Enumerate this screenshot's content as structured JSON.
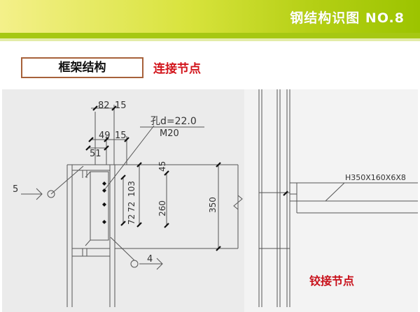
{
  "header": {
    "title": "钢结构识图 NO.8"
  },
  "labels": {
    "frame": "框架结构",
    "connection": "连接节点",
    "hinge": "铰接节点"
  },
  "drawing": {
    "dim_82": "82",
    "dim_15a": "15",
    "dim_49": "49",
    "dim_15b": "15",
    "dim_51": "51",
    "hole_note": "孔d=22.0",
    "bolt_note": "M20",
    "dim_45": "45",
    "dim_103": "103",
    "dim_72a": "72",
    "dim_72b": "72",
    "dim_260": "260",
    "dim_350": "350",
    "weld_5": "5",
    "weld_4": "4",
    "beam_spec": "H350X160X6X8"
  }
}
